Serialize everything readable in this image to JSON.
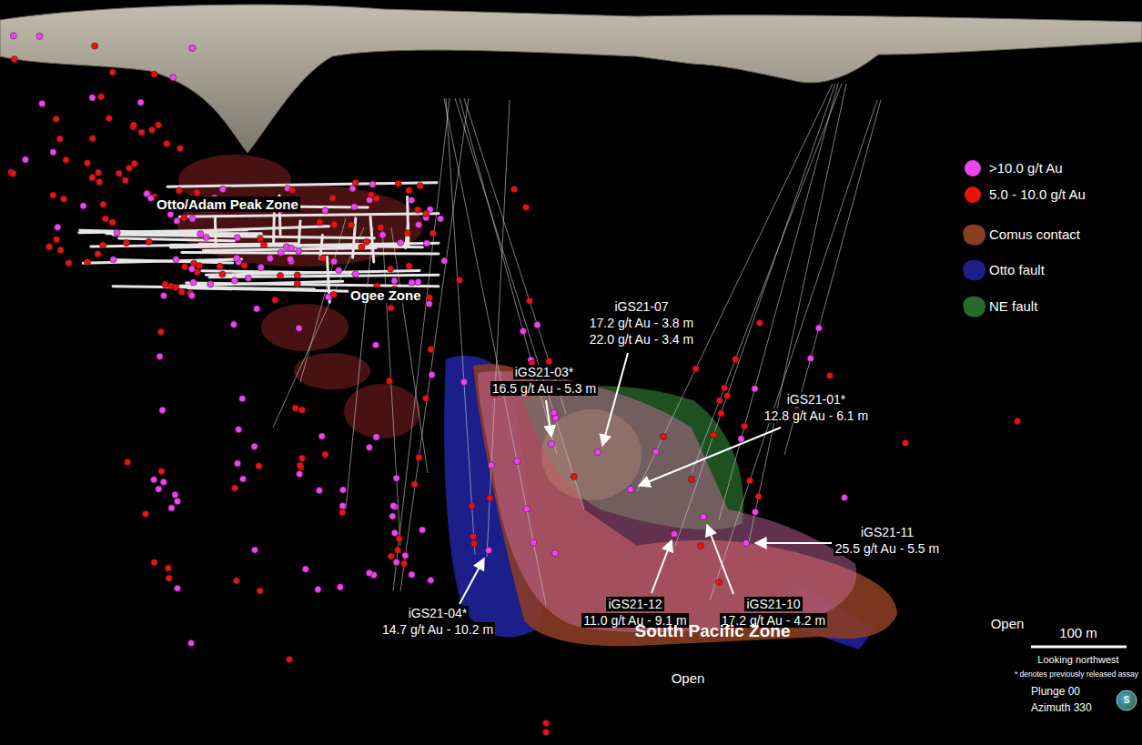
{
  "diagram": {
    "labels": [
      "Otto/Adam Peak Zone",
      "Ogee Zone",
      "iGS21-03*",
      "16.5 g/t Au - 5.3 m",
      "iGS21-07",
      "17.2 g/t Au - 3.8 m",
      "22.0 g/t Au - 3.4 m",
      "iGS21-01*",
      "12.8 g/t Au - 6.1 m",
      "iGS21-11",
      "25.5 g/t Au - 5.5 m",
      "iGS21-12",
      "11.0 g/t Au - 9.1 m",
      "iGS21-10",
      "17.2 g/t Au - 4.2 m",
      "iGS21-04*",
      "14.7 g/t Au - 10.2 m",
      "South Pacific Zone",
      "Open",
      "Open",
      "100 m",
      "Looking northwest",
      "* denotes previously released assay",
      "Plunge 00",
      "Azimuth 330",
      "S"
    ],
    "legend": [
      {
        "text": ">10.0 g/t Au",
        "color": "#ee44ee"
      },
      {
        "text": "5.0 - 10.0 g/t Au",
        "color": "#e8140c"
      },
      {
        "text": "Comus contact",
        "color": "#8b3d22"
      },
      {
        "text": "Otto fault",
        "color": "#1c1f8a"
      },
      {
        "text": "NE fault",
        "color": "#2a6b2a"
      }
    ]
  }
}
